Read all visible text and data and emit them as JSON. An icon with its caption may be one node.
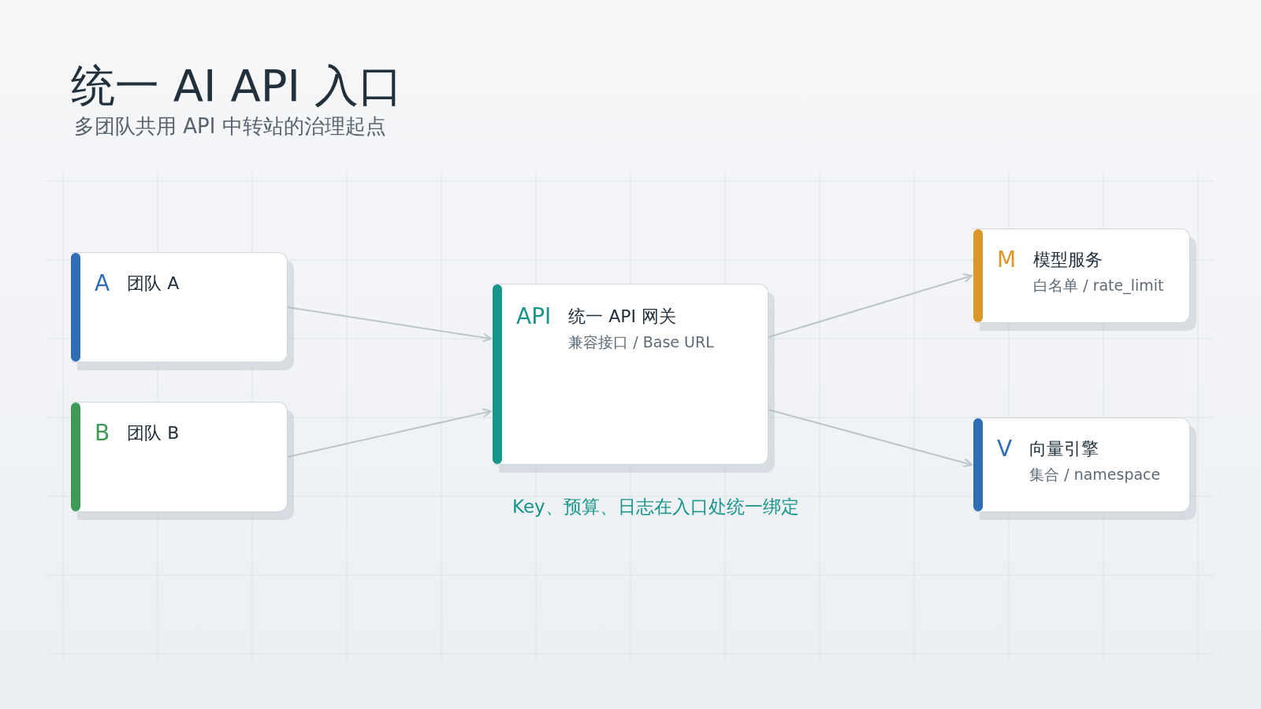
{
  "diagram": {
    "title": "统一 AI API 入口",
    "caption": "多团队共用 API 中转站的治理起点",
    "nodes": [
      {
        "text": [
          "A",
          "团队 A"
        ]
      },
      {
        "text": [
          "B",
          "团队 B"
        ]
      },
      {
        "text": [
          "API",
          "统一 API 网关",
          "兼容接口 / Base URL"
        ]
      },
      {
        "text": [
          "M",
          "模型服务",
          "白名单 / rate_limit"
        ]
      },
      {
        "text": [
          "V",
          "向量引擎",
          "集合 / namespace"
        ]
      }
    ],
    "edges": [
      {
        "from": 0,
        "to": 2,
        "arrow": "to"
      },
      {
        "from": 1,
        "to": 2,
        "arrow": "to"
      },
      {
        "from": 2,
        "to": 3,
        "arrow": "to"
      },
      {
        "from": 2,
        "to": 4,
        "arrow": "to"
      }
    ],
    "labels": [
      "Key、预算、日志在入口处统一绑定"
    ]
  }
}
